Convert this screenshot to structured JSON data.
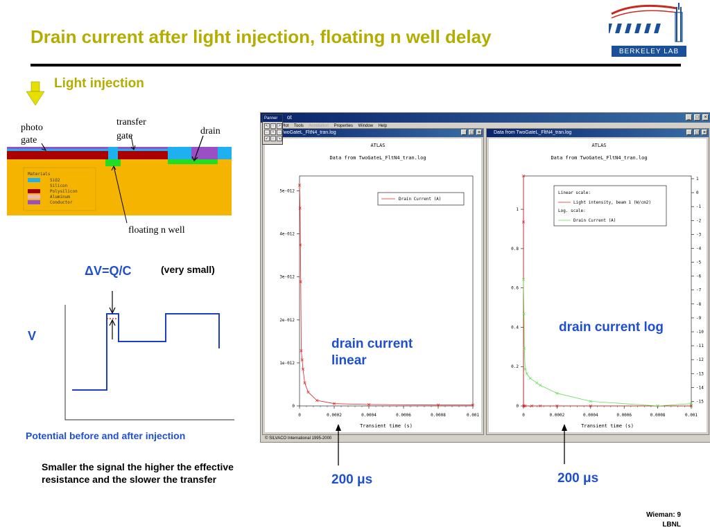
{
  "title": "Drain current after light injection, floating n well delay",
  "logo": {
    "text": "BERKELEY LAB"
  },
  "light_injection": "Light injection",
  "diagram": {
    "labels": {
      "photo_gate": "photo gate",
      "transfer_gate": "transfer gate",
      "drain": "drain",
      "floating": "floating n well"
    },
    "materials_title": "Materials",
    "materials": [
      {
        "name": "SiO2",
        "color": "#1fb0f0"
      },
      {
        "name": "Silicon",
        "color": "#f5b400"
      },
      {
        "name": "Polysilicon",
        "color": "#aa0000"
      },
      {
        "name": "Aluminum",
        "color": "#e8b6b6"
      },
      {
        "name": "Conductor",
        "color": "#9a4fc4"
      }
    ]
  },
  "potential": {
    "delta": "ΔV=Q/C",
    "very_small": "(very small)",
    "v": "V",
    "caption": "Potential before and after injection"
  },
  "note": "Smaller the signal the higher the effective resistance and the slower the transfer",
  "annotations": {
    "linear": "drain current linear",
    "log": "drain current log",
    "time": "200 μs"
  },
  "footer": {
    "line1": "Wieman: 9",
    "line2": "LBNL"
  },
  "window": {
    "title": "ot",
    "menu": [
      "Plot",
      "Tools",
      "Annotation",
      "Properties",
      "Window",
      "Help"
    ],
    "status": "© SILVACO International 1995-2000",
    "panner": {
      "title": "Panner",
      "glyphs": [
        "↖",
        "↑",
        "↗",
        "←",
        "•",
        "→",
        "↙",
        "↓",
        "↘"
      ]
    }
  },
  "chart_data": [
    {
      "type": "line",
      "window_title": "from TwoGateL_FltN4_tran.log",
      "title": "ATLAS",
      "subtitle": "Data from TwoGateL_FltN4_tran.log",
      "xlabel": "Transient time (s)",
      "ylabel": "",
      "xlim": [
        0,
        0.001
      ],
      "ylim": [
        0,
        5e-12
      ],
      "x_ticks": [
        "0",
        "0.0002",
        "0.0004",
        "0.0006",
        "0.0008",
        "0.001"
      ],
      "y_ticks": [
        "0",
        "1e-012",
        "2e-012",
        "3e-012",
        "4e-012",
        "5e-012"
      ],
      "legend": [
        "Drain Current (A)"
      ],
      "series": [
        {
          "name": "Drain Current (A)",
          "color": "#e02020",
          "x": [
            0,
            3e-06,
            5e-06,
            7e-06,
            1e-05,
            1.5e-05,
            2e-05,
            3e-05,
            5e-05,
            0.0001,
            0.0002,
            0.0004,
            0.0008,
            0.001
          ],
          "y": [
            4.8e-12,
            4.3e-12,
            3.5e-12,
            2.7e-12,
            1.2e-12,
            1e-12,
            8e-13,
            5e-13,
            3e-13,
            1.2e-13,
            5e-14,
            3e-14,
            2e-14,
            2e-14
          ]
        }
      ]
    },
    {
      "type": "line",
      "window_title": "Data from TwoGateL_FltN4_tran.log",
      "title": "ATLAS",
      "subtitle": "Data from TwoGateL_FltN4_tran.log",
      "xlabel": "Transient time (s)",
      "ylabel": "",
      "xlim": [
        0,
        0.001
      ],
      "ylim": [
        0,
        1
      ],
      "x_ticks": [
        "0",
        "0.0002",
        "0.0004",
        "0.0006",
        "0.0008",
        "0.001"
      ],
      "y_ticks": [
        "0",
        "0.2",
        "0.4",
        "0.6",
        "0.8",
        "1"
      ],
      "y2_ticks": [
        "1",
        "0",
        "-1",
        "-2",
        "-3",
        "-4",
        "-5",
        "-6",
        "-7",
        "-8",
        "-9",
        "-10",
        "-11",
        "-12",
        "-13",
        "-14",
        "-15"
      ],
      "legend_lines": [
        "Linear scale:",
        "Light intensity, beam 1 (W/cm2)",
        "Log. scale:",
        "Drain Current (A)"
      ],
      "series": [
        {
          "name": "Light intensity, beam 1 (W/cm2)",
          "color": "#e02020",
          "x": [
            0,
            0,
            1e-06,
            2e-06,
            1e-05,
            5e-05,
            0.0001,
            0.0002,
            0.0004,
            0.0008,
            0.001
          ],
          "y": [
            1,
            0.8,
            0,
            0,
            0,
            0,
            0,
            0,
            0,
            0,
            0
          ]
        },
        {
          "name": "Drain Current (A)",
          "color": "#66dd55",
          "x": [
            0,
            3e-06,
            5e-06,
            1e-05,
            2e-05,
            4e-05,
            8e-05,
            0.0001,
            0.0002,
            0.0004,
            0.0008,
            0.001
          ],
          "y": [
            0.55,
            0.4,
            0.25,
            0.16,
            0.14,
            0.12,
            0.1,
            0.09,
            0.055,
            0.02,
            0,
            0.01
          ]
        }
      ]
    }
  ]
}
